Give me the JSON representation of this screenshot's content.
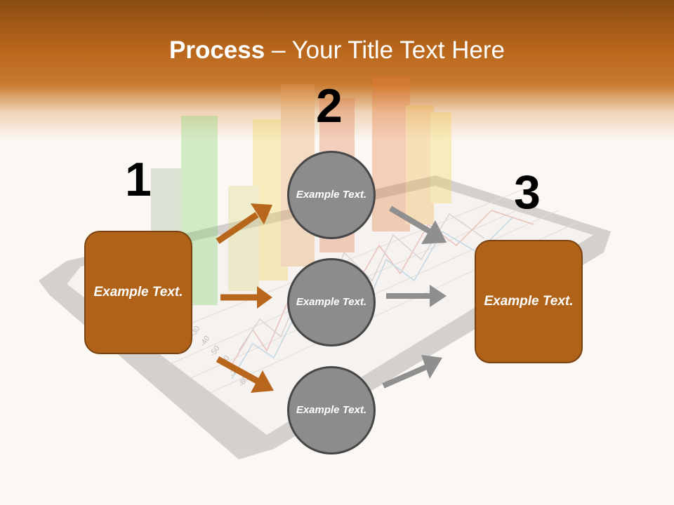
{
  "title": {
    "bold": "Process",
    "rest": " – Your Title Text Here"
  },
  "steps": {
    "one": {
      "number": "1",
      "text": "Example Text."
    },
    "two": {
      "number": "2",
      "text": "Example Text."
    },
    "three": {
      "number": "3",
      "text": "Example Text."
    }
  },
  "circles": [
    {
      "text": "Example Text."
    },
    {
      "text": "Example Text."
    },
    {
      "text": "Example Text."
    }
  ],
  "background_ticks": [
    "-80",
    "-70",
    "-60",
    "-50",
    "-40",
    "-30"
  ],
  "colors": {
    "accent": "#b06318",
    "circle": "#8c8c8c",
    "arrow_orange": "#b8661b",
    "arrow_gray": "#8f8f8f"
  }
}
